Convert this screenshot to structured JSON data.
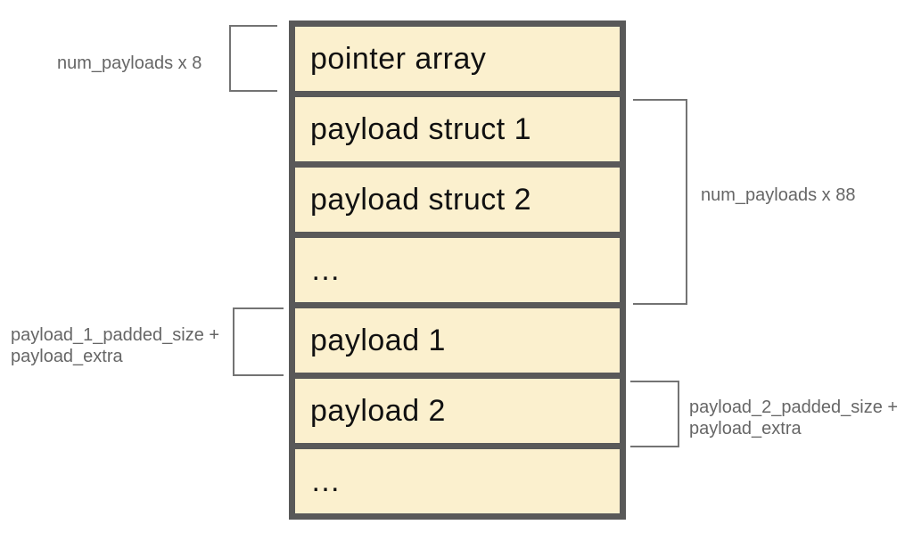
{
  "diagram": {
    "type": "memory-layout",
    "cells": [
      {
        "label": "pointer array"
      },
      {
        "label": "payload struct 1"
      },
      {
        "label": "payload struct 2"
      },
      {
        "label": "…"
      },
      {
        "label": "payload 1"
      },
      {
        "label": "payload 2"
      },
      {
        "label": "…"
      }
    ],
    "annotations": {
      "pointer_array_size": {
        "text": "num_payloads x 8",
        "side": "left"
      },
      "payload_structs_size": {
        "text": "num_payloads x 88",
        "side": "right"
      },
      "payload_1_size": {
        "line1": "payload_1_padded_size +",
        "line2": "payload_extra",
        "side": "left"
      },
      "payload_2_size": {
        "line1": "payload_2_padded_size +",
        "line2": "payload_extra",
        "side": "right"
      }
    },
    "colors": {
      "background": "#FFFFFF",
      "cell_fill": "#FBF0CE",
      "frame": "#595959",
      "bracket_line": "#737373",
      "annotation_text": "#666666",
      "cell_text": "#111111"
    }
  }
}
